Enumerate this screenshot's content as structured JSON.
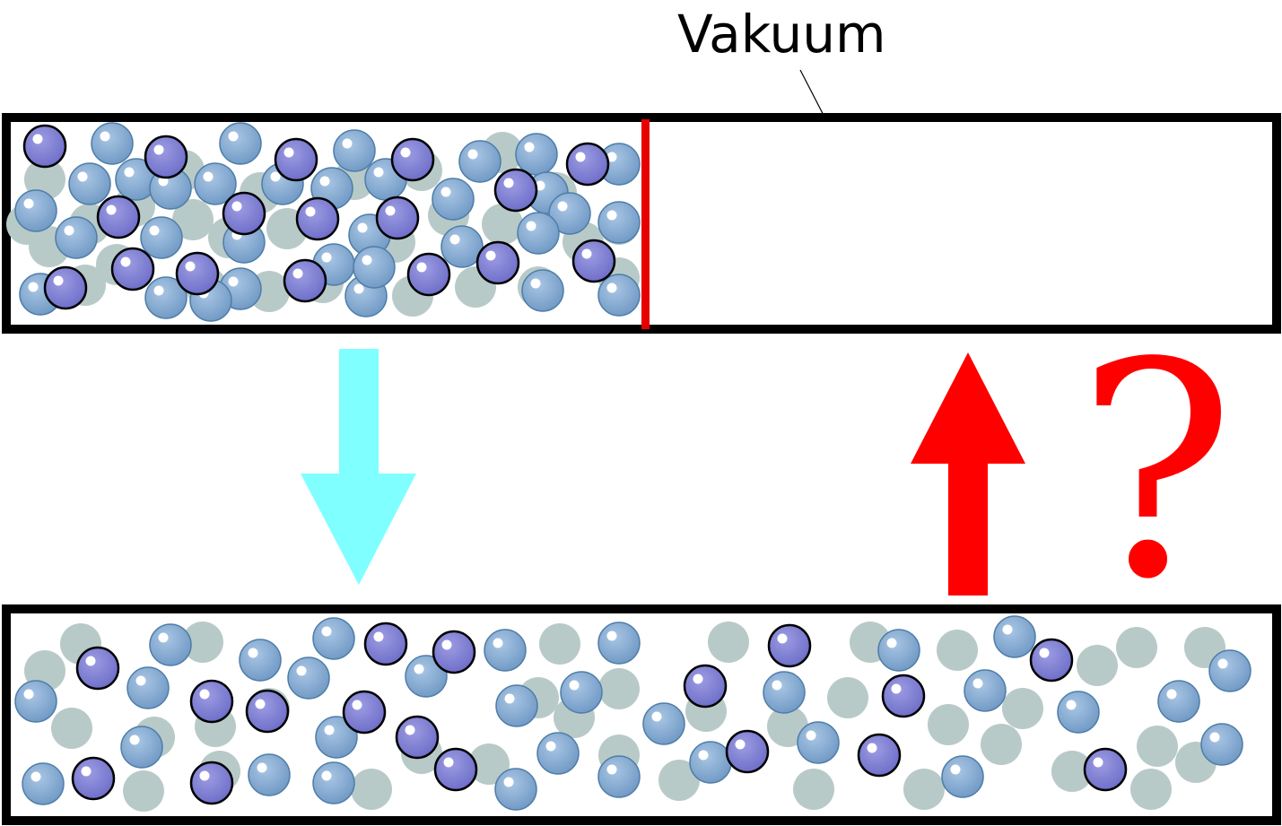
{
  "labels": {
    "vacuum": "Vakuum",
    "question": "?"
  },
  "colors": {
    "background": "#ffffff",
    "container_stroke": "#000000",
    "partition": "#e60000",
    "shadow_particle": "#b8cac8",
    "gas_particle_a": "#7ea7cf",
    "gas_particle_a_stroke": "#4f7ea8",
    "gas_particle_b": "#7f7fd2",
    "gas_particle_b_stroke": "#000000",
    "highlight": "#ffffff",
    "arrow_down": "#7fffff",
    "arrow_up": "#ff0000",
    "question_mark": "#ff0000"
  },
  "states": [
    {
      "name": "initial",
      "left_chamber": "gas",
      "right_chamber": "Vakuum",
      "partition": "closed"
    },
    {
      "name": "final",
      "left_chamber": "gas",
      "right_chamber": "gas",
      "partition": "removed"
    }
  ],
  "arrows": [
    {
      "name": "expansion-arrow",
      "direction": "down"
    },
    {
      "name": "reverse-arrow",
      "direction": "up"
    }
  ]
}
